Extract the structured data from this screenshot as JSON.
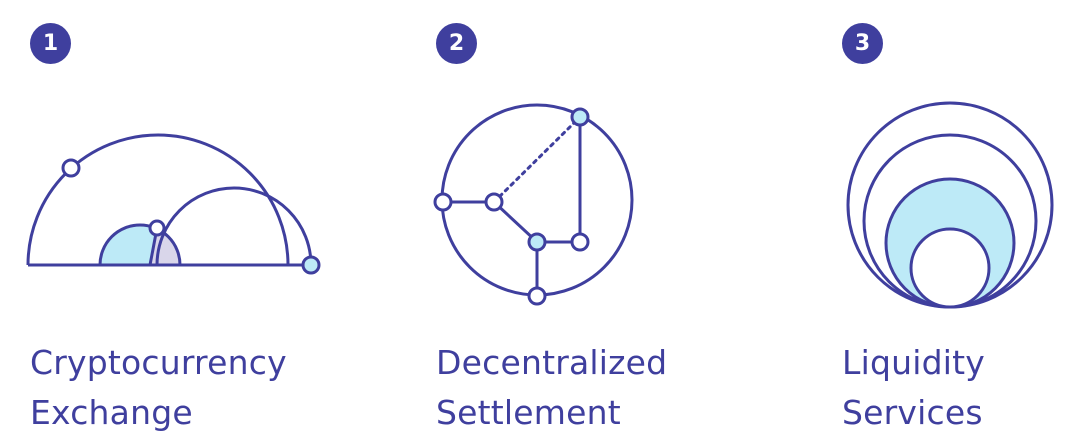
{
  "features": [
    {
      "number": "1",
      "title_line1": "Cryptocurrency",
      "title_line2": "Exchange",
      "icon": "overlapping-half-circles-icon"
    },
    {
      "number": "2",
      "title_line1": "Decentralized",
      "title_line2": "Settlement",
      "icon": "node-network-circle-icon"
    },
    {
      "number": "3",
      "title_line1": "Liquidity",
      "title_line2": "Services",
      "icon": "nested-circles-icon"
    }
  ],
  "colors": {
    "primary": "#3f3f9e",
    "fill_light_blue": "#bdeaf7",
    "fill_lavender": "#d9d6ea",
    "background": "#ffffff"
  }
}
